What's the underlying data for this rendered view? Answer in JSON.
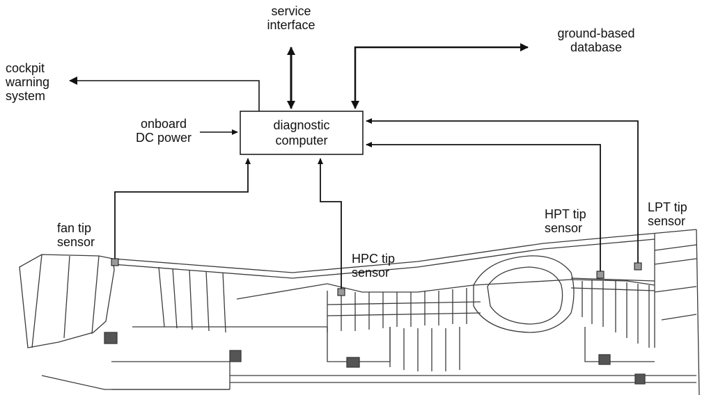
{
  "labels": {
    "service_interface": [
      "service",
      "interface"
    ],
    "ground_database": [
      "ground-based",
      "database"
    ],
    "cockpit_warning": [
      "cockpit",
      "warning",
      "system"
    ],
    "onboard_power": [
      "onboard",
      "DC power"
    ],
    "computer": [
      "diagnostic",
      "computer"
    ],
    "fan_sensor": [
      "fan tip",
      "sensor"
    ],
    "hpc_sensor": [
      "HPC tip",
      "sensor"
    ],
    "hpt_sensor": [
      "HPT tip",
      "sensor"
    ],
    "lpt_sensor": [
      "LPT tip",
      "sensor"
    ]
  },
  "colors": {
    "line": "#111111",
    "sensor_fill": "#9a9a9a",
    "engine_line": "#3a3a3a"
  }
}
